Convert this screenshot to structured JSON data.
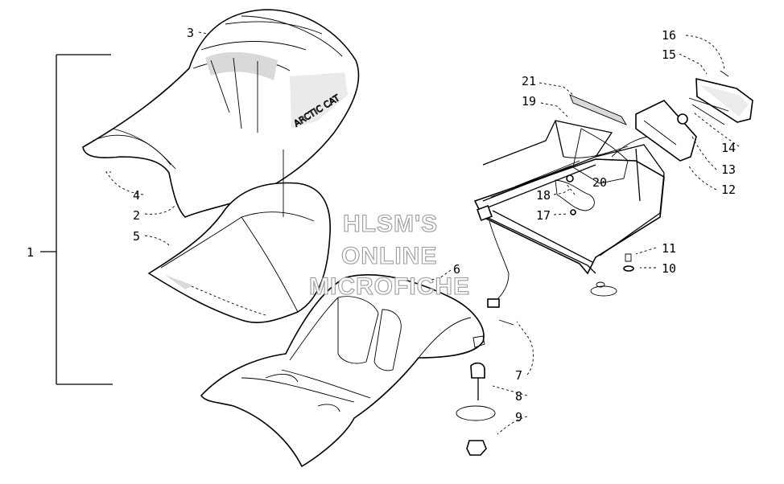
{
  "watermark": {
    "line1": "HLSM'S",
    "line2": "ONLINE",
    "line3": "MICROFICHE"
  },
  "callouts": {
    "c1": "1",
    "c2": "2",
    "c3": "3",
    "c4": "4",
    "c5": "5",
    "c6": "6",
    "c7": "7",
    "c8": "8",
    "c9": "9",
    "c10": "10",
    "c11": "11",
    "c12": "12",
    "c13": "13",
    "c14": "14",
    "c15": "15",
    "c16": "16",
    "c17": "17",
    "c18": "18",
    "c19": "19",
    "c20": "20",
    "c21": "21"
  },
  "seat_decal_text": "ARCTIC CAT"
}
